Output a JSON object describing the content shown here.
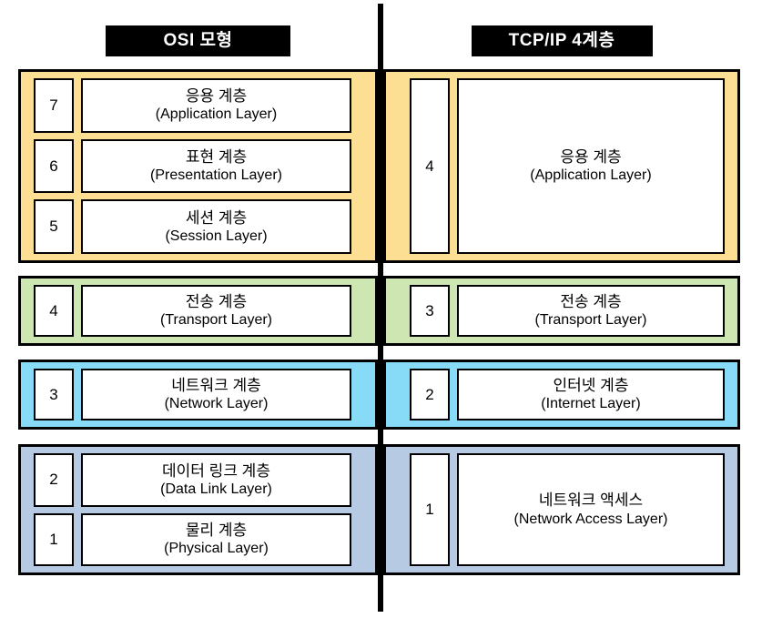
{
  "colors": {
    "application_band": "#FCDF92",
    "transport_band": "#CDE6B2",
    "network_band": "#87DBF7",
    "link_band": "#B6CAE3",
    "header_bg": "#000000",
    "header_text": "#FFFFFF",
    "divider": "#000000"
  },
  "left": {
    "title": "OSI 모형",
    "groups": [
      {
        "band": "application",
        "rows": [
          {
            "number": "7",
            "korean": "응용 계층",
            "english": "(Application Layer)"
          },
          {
            "number": "6",
            "korean": "표현 계층",
            "english": "(Presentation Layer)"
          },
          {
            "number": "5",
            "korean": "세션 계층",
            "english": "(Session Layer)"
          }
        ]
      },
      {
        "band": "transport",
        "rows": [
          {
            "number": "4",
            "korean": "전송 계층",
            "english": "(Transport Layer)"
          }
        ]
      },
      {
        "band": "network",
        "rows": [
          {
            "number": "3",
            "korean": "네트워크 계층",
            "english": "(Network Layer)"
          }
        ]
      },
      {
        "band": "link",
        "rows": [
          {
            "number": "2",
            "korean": "데이터 링크 계층",
            "english": "(Data Link Layer)"
          },
          {
            "number": "1",
            "korean": "물리 계층",
            "english": "(Physical Layer)"
          }
        ]
      }
    ]
  },
  "right": {
    "title": "TCP/IP 4계층",
    "groups": [
      {
        "band": "application",
        "rows": [
          {
            "number": "4",
            "korean": "응용 계층",
            "english": "(Application Layer)"
          }
        ]
      },
      {
        "band": "transport",
        "rows": [
          {
            "number": "3",
            "korean": "전송 계층",
            "english": "(Transport Layer)"
          }
        ]
      },
      {
        "band": "network",
        "rows": [
          {
            "number": "2",
            "korean": "인터넷 계층",
            "english": "(Internet Layer)"
          }
        ]
      },
      {
        "band": "link",
        "rows": [
          {
            "number": "1",
            "korean": "네트워크 액세스",
            "english": "(Network Access Layer)"
          }
        ]
      }
    ]
  }
}
